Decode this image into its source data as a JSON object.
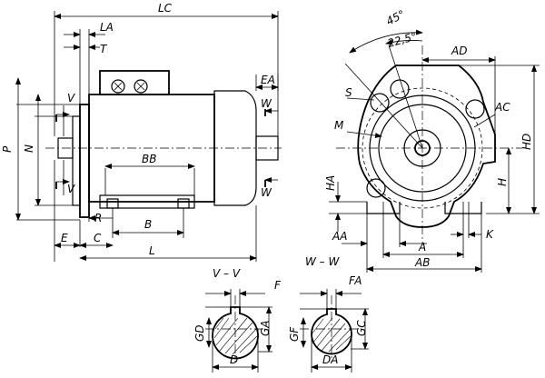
{
  "drawing": {
    "front_view": {
      "dims_top": {
        "lc": "LC",
        "la": "LA",
        "t": "T"
      },
      "dims_left": {
        "p": "P",
        "n": "N"
      },
      "dims_right": {
        "ea": "EA"
      },
      "dims_bottom": {
        "r": "R",
        "e": "E",
        "c": "C",
        "b": "B",
        "l": "L",
        "bb": "BB"
      },
      "section_marks": {
        "v_top": "V",
        "v_bottom": "V",
        "w_top": "W",
        "w_bottom": "W"
      }
    },
    "end_view": {
      "angles": {
        "a45": "45°",
        "a22": "22,5°"
      },
      "labels": {
        "ad": "AD",
        "s": "S",
        "ac": "AC",
        "m": "M",
        "hd": "HD",
        "ha": "HA",
        "h": "H",
        "aa": "AA",
        "a": "A",
        "k": "K",
        "ab": "AB"
      }
    },
    "shaft_section_v": {
      "title": "V – V",
      "labels": {
        "f": "F",
        "gd": "GD",
        "ga": "GA",
        "d": "D"
      }
    },
    "shaft_section_w": {
      "title": "W – W",
      "labels": {
        "fa": "FA",
        "gf": "GF",
        "gc": "GC",
        "da": "DA"
      }
    }
  }
}
